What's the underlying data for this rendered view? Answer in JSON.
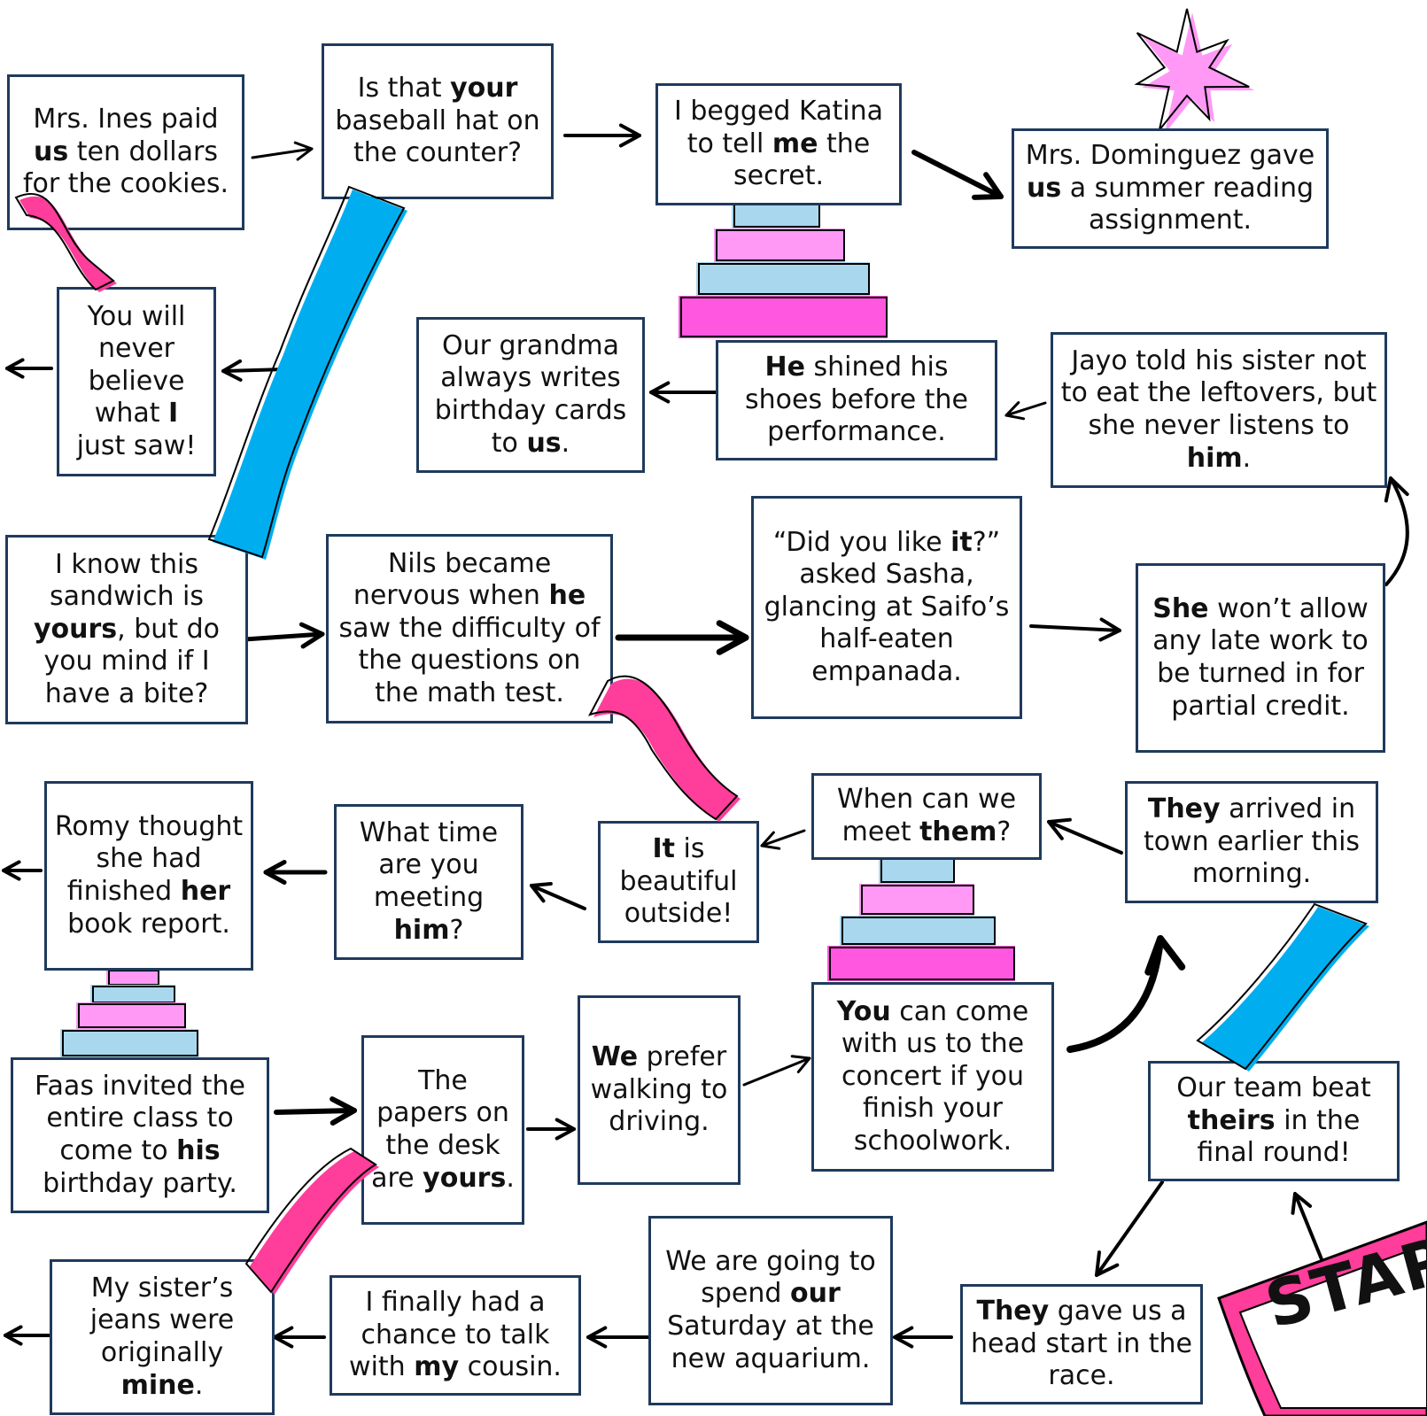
{
  "board": {
    "accent_pink": "#ff3d9a",
    "accent_blue": "#00aeef",
    "light_blue": "#a9d8ee",
    "light_pink": "#ff99f5",
    "card_border": "#1f3a5c",
    "start_label": "START",
    "star_icon": "star-burst-icon"
  },
  "cards": [
    {
      "id": "c01",
      "parts": [
        {
          "t": "Mrs. Ines paid "
        },
        {
          "t": "us",
          "b": true
        },
        {
          "t": " ten dollars for the cookies."
        }
      ]
    },
    {
      "id": "c02",
      "parts": [
        {
          "t": "Is that "
        },
        {
          "t": "your",
          "b": true
        },
        {
          "t": " baseball hat on the counter?"
        }
      ]
    },
    {
      "id": "c03",
      "parts": [
        {
          "t": "I begged Katina to tell "
        },
        {
          "t": "me",
          "b": true
        },
        {
          "t": " the secret."
        }
      ]
    },
    {
      "id": "c04",
      "parts": [
        {
          "t": "Mrs. Dominguez gave "
        },
        {
          "t": "us",
          "b": true
        },
        {
          "t": " a summer reading assignment."
        }
      ]
    },
    {
      "id": "c05",
      "parts": [
        {
          "t": "You will never believe what "
        },
        {
          "t": "I",
          "b": true
        },
        {
          "t": " just saw!"
        }
      ]
    },
    {
      "id": "c06",
      "parts": [
        {
          "t": "Our grandma always writes birthday cards to "
        },
        {
          "t": "us",
          "b": true
        },
        {
          "t": "."
        }
      ]
    },
    {
      "id": "c07",
      "parts": [
        {
          "t": "He",
          "b": true
        },
        {
          "t": " shined his shoes before the performance."
        }
      ]
    },
    {
      "id": "c08",
      "parts": [
        {
          "t": "Jayo told his sister not to eat the leftovers, but she never listens to "
        },
        {
          "t": "him",
          "b": true
        },
        {
          "t": "."
        }
      ]
    },
    {
      "id": "c09",
      "parts": [
        {
          "t": "I know this sandwich is "
        },
        {
          "t": "yours",
          "b": true
        },
        {
          "t": ", but do you mind if I have a bite?"
        }
      ]
    },
    {
      "id": "c10",
      "parts": [
        {
          "t": "Nils became nervous when "
        },
        {
          "t": "he",
          "b": true
        },
        {
          "t": " saw the difficulty of the questions on the math test."
        }
      ]
    },
    {
      "id": "c11",
      "parts": [
        {
          "t": "“Did you like "
        },
        {
          "t": "it",
          "b": true
        },
        {
          "t": "?” asked Sasha, glancing at Saifo’s half-eaten empanada."
        }
      ]
    },
    {
      "id": "c12",
      "parts": [
        {
          "t": "She",
          "b": true
        },
        {
          "t": " won’t allow any late work to be turned in for partial credit."
        }
      ]
    },
    {
      "id": "c13",
      "parts": [
        {
          "t": "Romy thought she had finished "
        },
        {
          "t": "her",
          "b": true
        },
        {
          "t": " book report."
        }
      ]
    },
    {
      "id": "c14",
      "parts": [
        {
          "t": "What time are you meeting "
        },
        {
          "t": "him",
          "b": true
        },
        {
          "t": "?"
        }
      ]
    },
    {
      "id": "c15",
      "parts": [
        {
          "t": "It",
          "b": true
        },
        {
          "t": " is beautiful outside!"
        }
      ]
    },
    {
      "id": "c16",
      "parts": [
        {
          "t": "When can we meet "
        },
        {
          "t": "them",
          "b": true
        },
        {
          "t": "?"
        }
      ]
    },
    {
      "id": "c17",
      "parts": [
        {
          "t": "They",
          "b": true
        },
        {
          "t": " arrived in town earlier this morning."
        }
      ]
    },
    {
      "id": "c18",
      "parts": [
        {
          "t": "Faas invited the entire class to come to "
        },
        {
          "t": "his",
          "b": true
        },
        {
          "t": " birthday party."
        }
      ]
    },
    {
      "id": "c19",
      "parts": [
        {
          "t": "The papers on the desk are "
        },
        {
          "t": "yours",
          "b": true
        },
        {
          "t": "."
        }
      ]
    },
    {
      "id": "c20",
      "parts": [
        {
          "t": "We",
          "b": true
        },
        {
          "t": " prefer walking to driving."
        }
      ]
    },
    {
      "id": "c21",
      "parts": [
        {
          "t": "You",
          "b": true
        },
        {
          "t": " can come with us to the concert if you finish your schoolwork."
        }
      ]
    },
    {
      "id": "c22",
      "parts": [
        {
          "t": "Our team beat "
        },
        {
          "t": "theirs",
          "b": true
        },
        {
          "t": " in the final round!"
        }
      ]
    },
    {
      "id": "c23",
      "parts": [
        {
          "t": "My sister’s jeans were originally "
        },
        {
          "t": "mine",
          "b": true
        },
        {
          "t": "."
        }
      ]
    },
    {
      "id": "c24",
      "parts": [
        {
          "t": "I finally had a chance to talk with "
        },
        {
          "t": "my",
          "b": true
        },
        {
          "t": " cousin."
        }
      ]
    },
    {
      "id": "c25",
      "parts": [
        {
          "t": "We are going to spend "
        },
        {
          "t": "our",
          "b": true
        },
        {
          "t": " Saturday at the new aquarium."
        }
      ]
    },
    {
      "id": "c26",
      "parts": [
        {
          "t": "They",
          "b": true
        },
        {
          "t": " gave us a head start in the race."
        }
      ]
    }
  ]
}
